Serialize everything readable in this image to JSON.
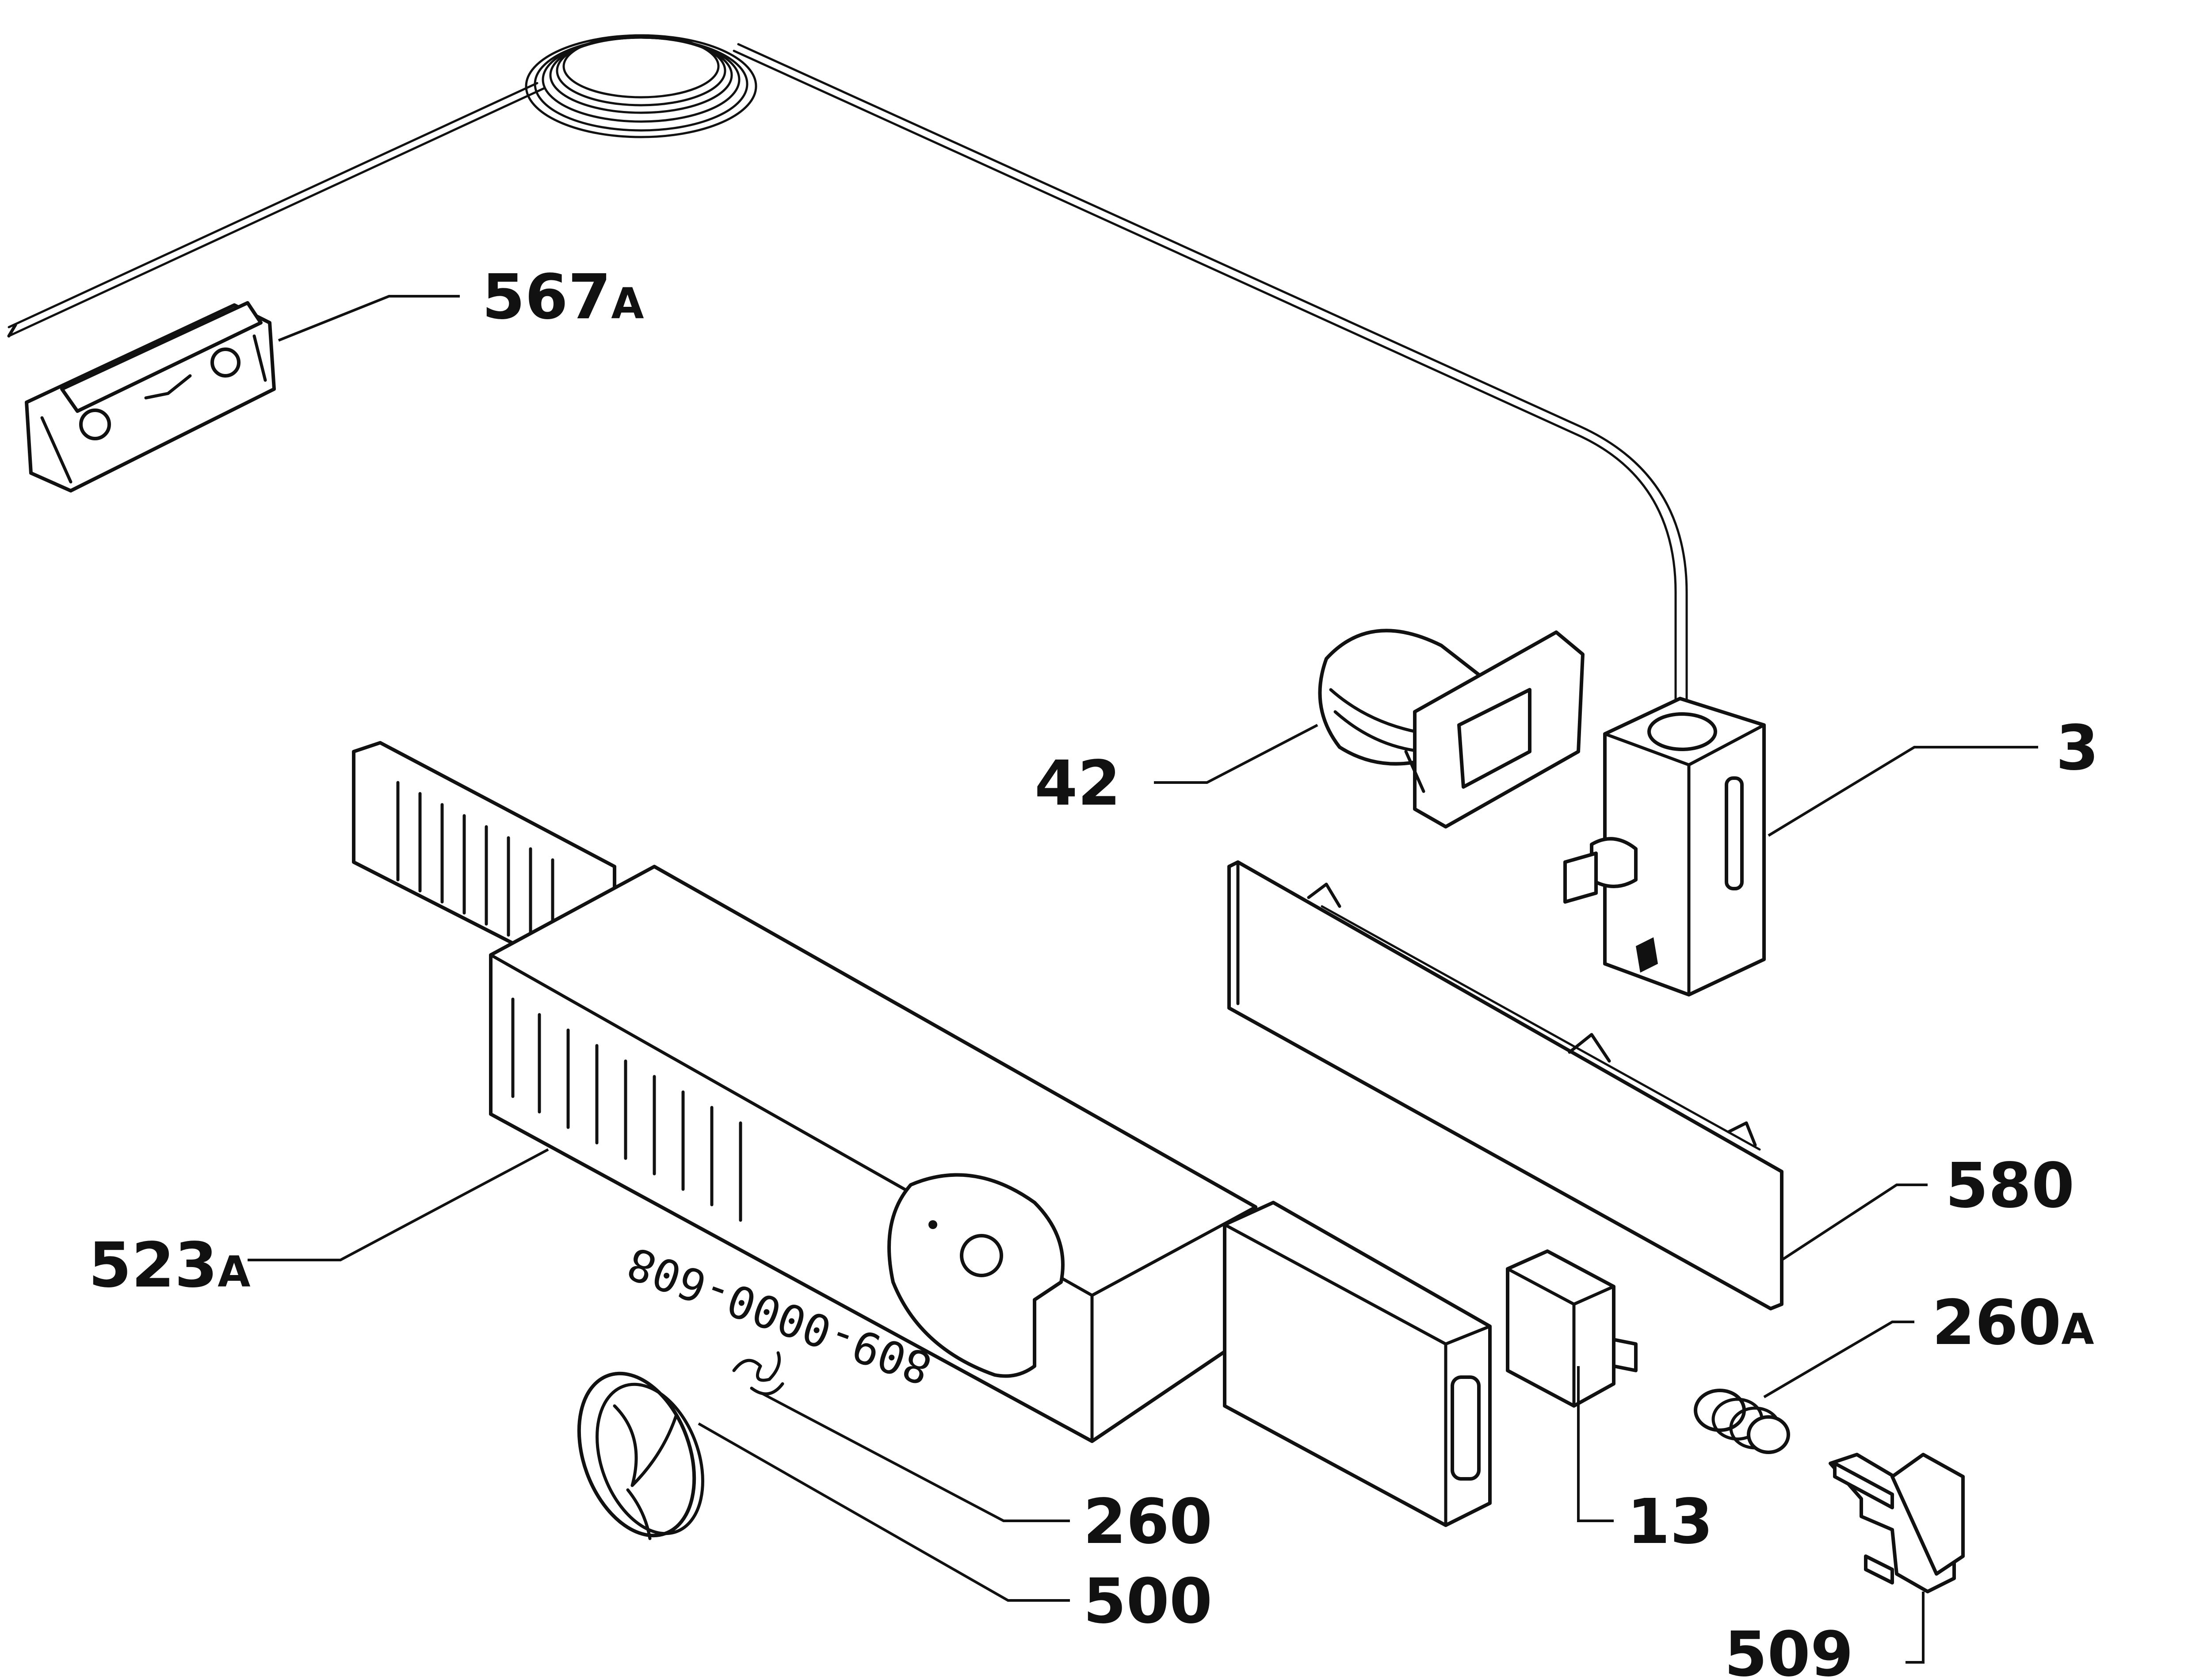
{
  "labels": {
    "567a": {
      "num": "567",
      "suffix": "A"
    },
    "3": {
      "num": "3",
      "suffix": ""
    },
    "42": {
      "num": "42",
      "suffix": ""
    },
    "580": {
      "num": "580",
      "suffix": ""
    },
    "523a": {
      "num": "523",
      "suffix": "A"
    },
    "260a": {
      "num": "260",
      "suffix": "A"
    },
    "260": {
      "num": "260",
      "suffix": ""
    },
    "13": {
      "num": "13",
      "suffix": ""
    },
    "500": {
      "num": "500",
      "suffix": ""
    },
    "509": {
      "num": "509",
      "suffix": ""
    }
  },
  "housing_marking": "809-0000-608"
}
